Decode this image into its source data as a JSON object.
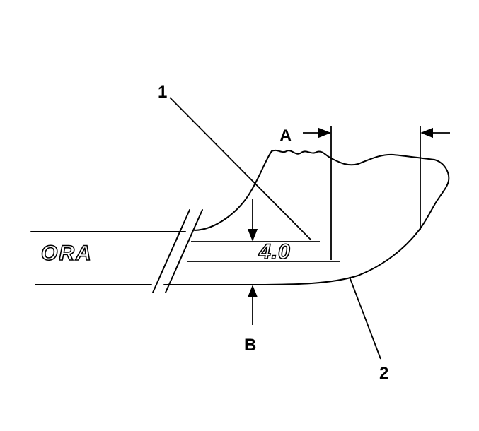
{
  "diagram": {
    "callouts": {
      "one": "1",
      "two": "2",
      "a": "A",
      "b": "B"
    },
    "emblems": {
      "name_left": "ORA",
      "name_right": "4.0"
    },
    "colors": {
      "ink": "#000000",
      "background": "#ffffff"
    }
  }
}
